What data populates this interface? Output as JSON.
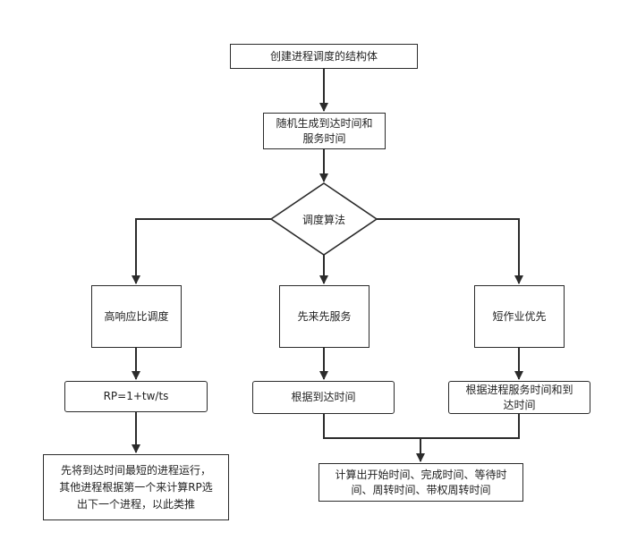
{
  "flowchart": {
    "nodes": {
      "create_struct": "创建进程调度的结构体",
      "random_gen": "随机生成到达时间和\n服务时间",
      "algorithm": "调度算法",
      "hrrn": "高响应比调度",
      "fcfs": "先来先服务",
      "sjf": "短作业优先",
      "rp_formula": "RP=1+tw/ts",
      "by_arrival": "根据到达时间",
      "by_arrival_service": "根据进程服务时间和到\n达时间",
      "hrrn_detail": "先将到达时间最短的进程运行，\n其他进程根据第一个来计算RP选\n出下一个进程，以此类推",
      "compute_times": "计算出开始时间、完成时间、等待时\n间、周转时间、带权周转时间"
    },
    "colors": {
      "stroke": "#2b2b2b",
      "fill": "#ffffff",
      "text": "#222222"
    }
  }
}
